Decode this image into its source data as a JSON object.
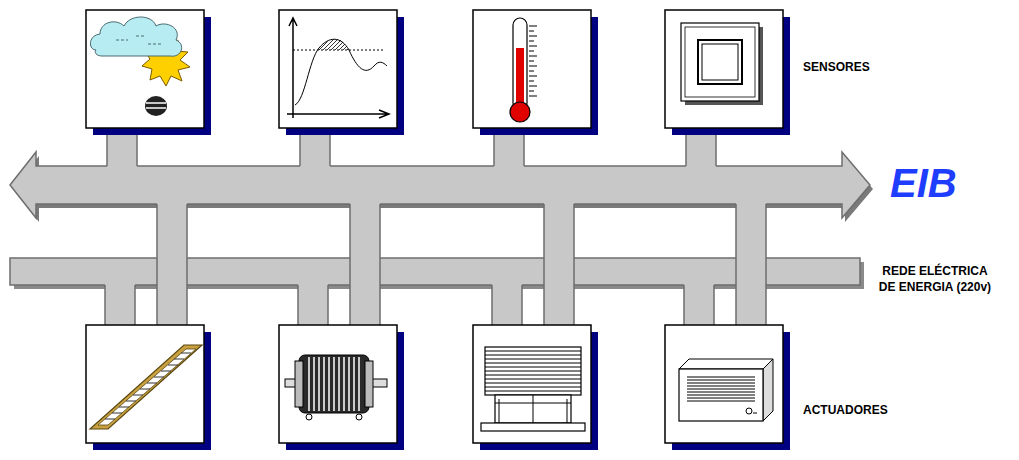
{
  "diagram": {
    "labels": [
      "SENSORES",
      "EIB",
      "REDE ELÉCTRICA DE ENERGIA (220v)",
      "ACTUADORES"
    ]
  }
}
